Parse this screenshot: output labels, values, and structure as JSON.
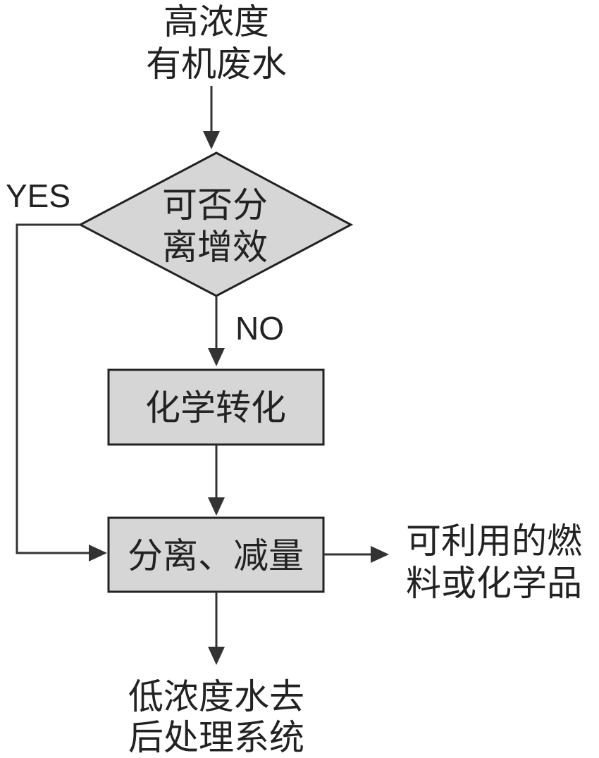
{
  "nodes": {
    "input": {
      "line1": "高浓度",
      "line2": "有机废水"
    },
    "decision": {
      "line1": "可否分",
      "line2": "离增效"
    },
    "chemical": {
      "label": "化学转化"
    },
    "separation": {
      "label": "分离、减量"
    },
    "product": {
      "line1": "可利用的燃",
      "line2": "料或化学品"
    },
    "output": {
      "line1": "低浓度水去",
      "line2": "后处理系统"
    }
  },
  "edges": {
    "yes_label": "YES",
    "no_label": "NO"
  },
  "colors": {
    "box_fill": "#d6d6d6",
    "stroke": "#222222",
    "text": "#222222"
  }
}
